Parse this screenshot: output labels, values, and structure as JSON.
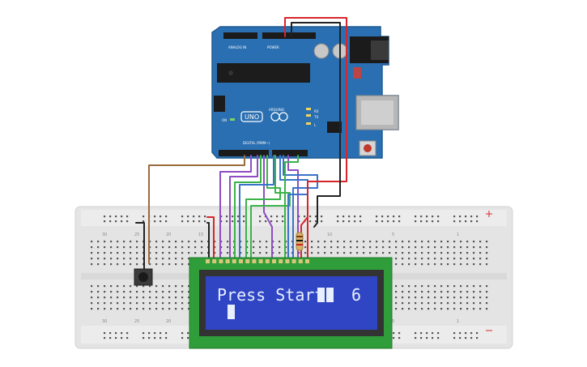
{
  "board": {
    "brand": "ARDUINO",
    "model": "UNO",
    "digital_label": "DIGITAL (PWM~)",
    "analog_label": "ANALOG IN",
    "power_label": "POWER",
    "tx": "TX",
    "rx": "RX",
    "l": "L",
    "on": "ON"
  },
  "lcd": {
    "line1_text": "Press Start",
    "line1_count": "6"
  },
  "breadboard": {
    "col_labels": [
      "30",
      "25",
      "20",
      "15",
      "10",
      "5",
      "1"
    ]
  },
  "colors": {
    "wire_brown": "#9a6b3b",
    "wire_purple": "#8e4cc2",
    "wire_green": "#3bb34a",
    "wire_blue": "#3a73c9",
    "wire_red": "#d7262b",
    "wire_black": "#222222",
    "arduino_blue": "#2a6fb1",
    "lcd_green": "#2f9e3a",
    "lcd_screen": "#2f45c4"
  }
}
